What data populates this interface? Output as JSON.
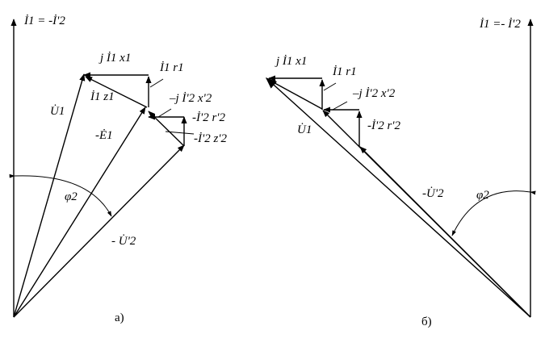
{
  "diagram_a": {
    "caption": "а)",
    "label_top": "İ1 = -İ'2",
    "label_jI1x1": "j İ1 x1",
    "label_I1r1": "İ1  r1",
    "label_I1z1": "İ1  z1",
    "label_jI2x2": "–j İ'2  x'2",
    "label_I2r2": "-İ'2  r'2",
    "label_I2z2": "-İ'2  z'2",
    "label_U1": "U̇1",
    "label_E1": "-Ė1",
    "label_phi2": "φ2",
    "label_U2": "- U̇'2"
  },
  "diagram_b": {
    "caption": "б)",
    "label_top": "İ1 =- İ'2",
    "label_jI1x1": "j İ1  x1",
    "label_I1r1": "İ1  r1",
    "label_jI2x2": "–j İ'2  x'2",
    "label_I2r2": "-İ'2  r'2",
    "label_U1": "U̇1",
    "label_U2": "-U̇'2",
    "label_phi2": "φ2"
  }
}
